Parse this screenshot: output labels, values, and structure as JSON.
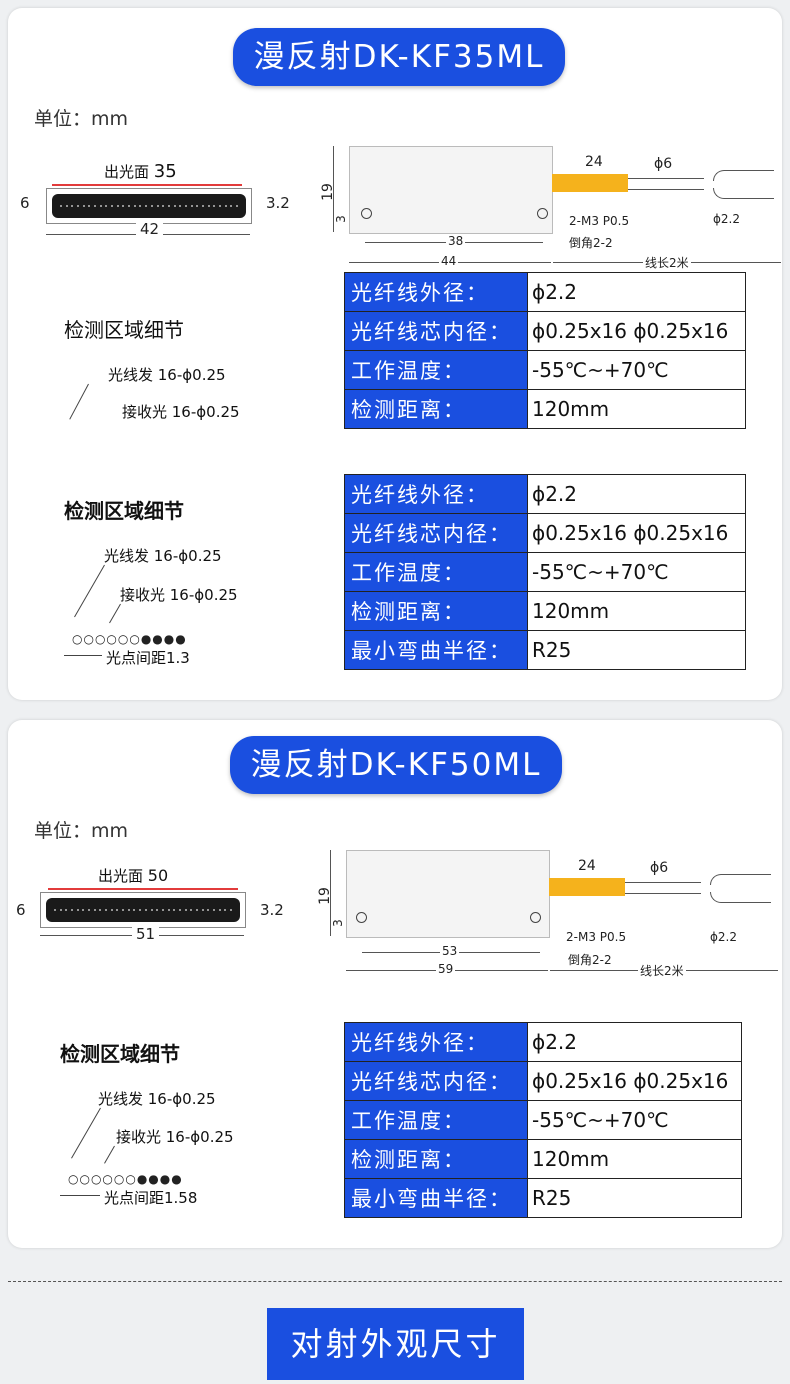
{
  "section1": {
    "title": "漫反射DK-KF35ML",
    "unit": "单位：mm",
    "face": {
      "label": "出光面",
      "label_value": "35",
      "height": "6",
      "thickness": "3.2",
      "width": "42"
    },
    "drawing": {
      "dim_24": "24",
      "dim_phi6": "ϕ6",
      "dim_19": "19",
      "dim_3": "3",
      "dim_38": "38",
      "dim_44": "44",
      "screw": "2-M3 P0.5",
      "chamfer": "倒角2-2",
      "cable": "线长2米",
      "phi22": "ϕ2.2"
    },
    "detail_ghost": {
      "title": "检测区域细节",
      "emit": "光线发 16-ϕ0.25",
      "receive": "接收光 16-ϕ0.25"
    },
    "table_ghost": [
      {
        "key": "光纤线外径：",
        "value": "ϕ2.2"
      },
      {
        "key": "光纤线芯内径：",
        "value": "ϕ0.25x16  ϕ0.25x16"
      },
      {
        "key": "工作温度：",
        "value": "-55℃~+70℃"
      },
      {
        "key": "检测距离：",
        "value": "120mm"
      }
    ],
    "detail": {
      "title": "检测区域细节",
      "emit": "光线发 16-ϕ0.25",
      "receive": "接收光 16-ϕ0.25",
      "spacing": "光点间距1.3"
    },
    "table": [
      {
        "key": "光纤线外径：",
        "value": "ϕ2.2"
      },
      {
        "key": "光纤线芯内径：",
        "value": "ϕ0.25x16  ϕ0.25x16"
      },
      {
        "key": "工作温度：",
        "value": "-55℃~+70℃"
      },
      {
        "key": "检测距离：",
        "value": "120mm"
      },
      {
        "key": "最小弯曲半径：",
        "value": "R25"
      }
    ]
  },
  "section2": {
    "title": "漫反射DK-KF50ML",
    "unit": "单位：mm",
    "face": {
      "label": "出光面",
      "label_value": "50",
      "height": "6",
      "thickness": "3.2",
      "width": "51"
    },
    "drawing": {
      "dim_24": "24",
      "dim_phi6": "ϕ6",
      "dim_19": "19",
      "dim_3": "3",
      "dim_38": "53",
      "dim_44": "59",
      "screw": "2-M3 P0.5",
      "chamfer": "倒角2-2",
      "cable": "线长2米",
      "phi22": "ϕ2.2"
    },
    "detail": {
      "title": "检测区域细节",
      "emit": "光线发 16-ϕ0.25",
      "receive": "接收光 16-ϕ0.25",
      "spacing": "光点间距1.58"
    },
    "table": [
      {
        "key": "光纤线外径：",
        "value": "ϕ2.2"
      },
      {
        "key": "光纤线芯内径：",
        "value": "ϕ0.25x16  ϕ0.25x16"
      },
      {
        "key": "工作温度：",
        "value": "-55℃~+70℃"
      },
      {
        "key": "检测距离：",
        "value": "120mm"
      },
      {
        "key": "最小弯曲半径：",
        "value": "R25"
      }
    ]
  },
  "bottom_title": "对射外观尺寸",
  "colors": {
    "accent": "#1a4fe0",
    "fiber_yellow": "#f5b21c",
    "face_red": "#e23b3b"
  }
}
